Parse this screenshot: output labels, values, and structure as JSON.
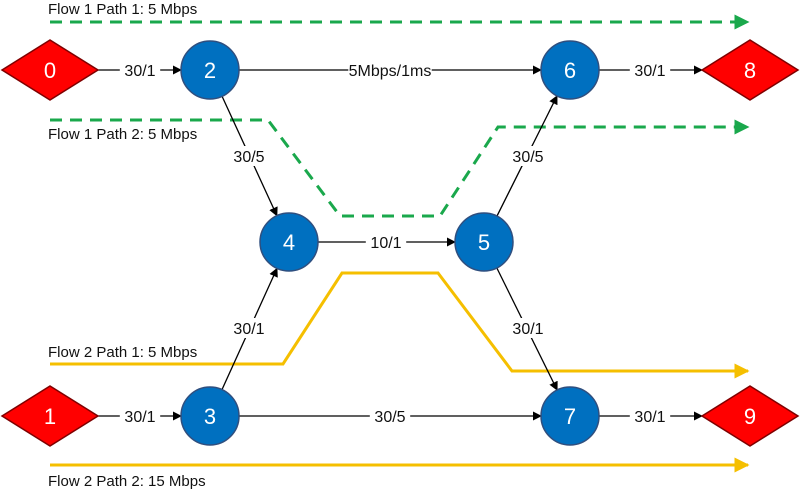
{
  "colors": {
    "background": "#ffffff",
    "router_fill": "#0070c0",
    "router_stroke": "#2f4f7f",
    "endpoint_fill": "#ff0000",
    "endpoint_stroke": "#7f0000",
    "edge": "#000000",
    "flow1": "#1aa84c",
    "flow2": "#f5bf00"
  },
  "nodes": [
    {
      "id": "0",
      "label": "0",
      "kind": "endpoint"
    },
    {
      "id": "1",
      "label": "1",
      "kind": "endpoint"
    },
    {
      "id": "2",
      "label": "2",
      "kind": "router"
    },
    {
      "id": "3",
      "label": "3",
      "kind": "router"
    },
    {
      "id": "4",
      "label": "4",
      "kind": "router"
    },
    {
      "id": "5",
      "label": "5",
      "kind": "router"
    },
    {
      "id": "6",
      "label": "6",
      "kind": "router"
    },
    {
      "id": "7",
      "label": "7",
      "kind": "router"
    },
    {
      "id": "8",
      "label": "8",
      "kind": "endpoint"
    },
    {
      "id": "9",
      "label": "9",
      "kind": "endpoint"
    }
  ],
  "edges": [
    {
      "from": "0",
      "to": "2",
      "label": "30/1"
    },
    {
      "from": "2",
      "to": "6",
      "label": "5Mbps/1ms"
    },
    {
      "from": "6",
      "to": "8",
      "label": "30/1"
    },
    {
      "from": "2",
      "to": "4",
      "label": "30/5"
    },
    {
      "from": "4",
      "to": "5",
      "label": "10/1"
    },
    {
      "from": "5",
      "to": "6",
      "label": "30/5"
    },
    {
      "from": "5",
      "to": "7",
      "label": "30/1"
    },
    {
      "from": "3",
      "to": "4",
      "label": "30/1"
    },
    {
      "from": "1",
      "to": "3",
      "label": "30/1"
    },
    {
      "from": "3",
      "to": "7",
      "label": "30/5"
    },
    {
      "from": "7",
      "to": "9",
      "label": "30/1"
    }
  ],
  "flows": [
    {
      "label": "Flow 1 Path 1: 5 Mbps",
      "flow": 1,
      "style": "dashed"
    },
    {
      "label": "Flow 1 Path 2: 5 Mbps",
      "flow": 1,
      "style": "dashed"
    },
    {
      "label": "Flow 2 Path 1: 5 Mbps",
      "flow": 2,
      "style": "solid"
    },
    {
      "label": "Flow 2 Path 2: 15 Mbps",
      "flow": 2,
      "style": "solid"
    }
  ]
}
